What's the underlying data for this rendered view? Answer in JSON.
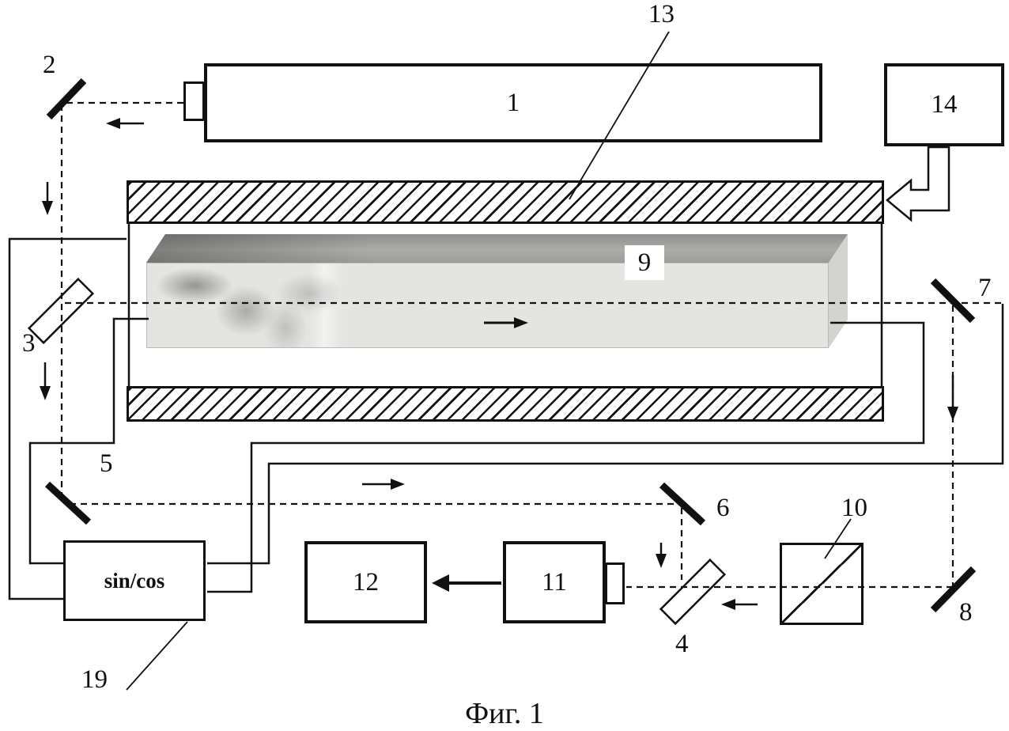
{
  "diagram": {
    "caption": "Фиг. 1",
    "sincos_label": "sin/cos",
    "labels": {
      "n1": "1",
      "n2": "2",
      "n3": "3",
      "n4": "4",
      "n5": "5",
      "n6": "6",
      "n7": "7",
      "n8": "8",
      "n9": "9",
      "n10": "10",
      "n11": "11",
      "n12": "12",
      "n13": "13",
      "n14": "14",
      "n19": "19"
    }
  }
}
